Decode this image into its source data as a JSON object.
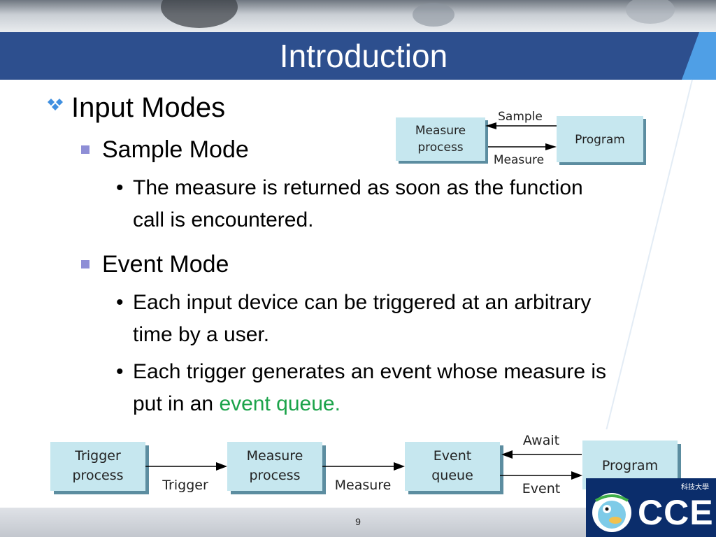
{
  "slide": {
    "title": "Introduction",
    "page_number": "9"
  },
  "content": {
    "level1": "Input Modes",
    "sample_mode": {
      "heading": "Sample Mode",
      "bullet_line1": "The measure is returned as soon as the function",
      "bullet_line2": "call is encountered."
    },
    "event_mode": {
      "heading": "Event Mode",
      "bullet1_line1": "Each input device can be triggered at an arbitrary",
      "bullet1_line2": "time by a user.",
      "bullet2_line1": "Each trigger generates an event whose measure is",
      "bullet2_line2_prefix": "put in an ",
      "bullet2_line2_highlight": "event queue."
    }
  },
  "diagram_sample": {
    "box_measure_line1": "Measure",
    "box_measure_line2": "process",
    "box_program": "Program",
    "arrow_top_label": "Sample",
    "arrow_bottom_label": "Measure"
  },
  "diagram_event": {
    "box_trigger_line1": "Trigger",
    "box_trigger_line2": "process",
    "box_measure_line1": "Measure",
    "box_measure_line2": "process",
    "box_queue_line1": "Event",
    "box_queue_line2": "queue",
    "box_program": "Program",
    "arrow1_label": "Trigger",
    "arrow2_label": "Measure",
    "arrow_await_label": "Await",
    "arrow_event_label": "Event"
  },
  "logo": {
    "text": "CCE",
    "sub": "科技大學"
  },
  "colors": {
    "title_bar": "#2d4f8e",
    "accent_blue": "#3f8fe0",
    "box_fill": "#c6e7ef",
    "highlight_green": "#1ba34a",
    "bullet_square": "#8e8ed6"
  }
}
